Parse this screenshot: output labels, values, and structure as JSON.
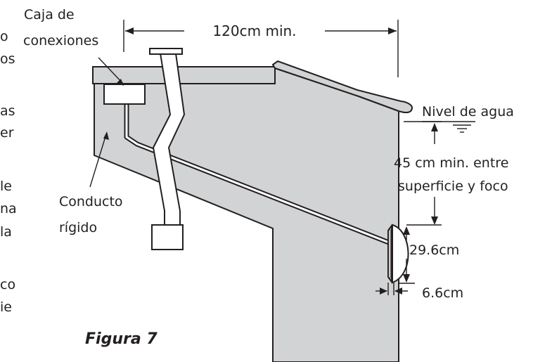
{
  "figure": {
    "caption": "Figura 7",
    "colors": {
      "pool_fill": "#d1d3d4",
      "stroke": "#231f20",
      "background": "#ffffff"
    }
  },
  "labels": {
    "junction_box_line1": "Caja de",
    "junction_box_line2": "conexiones",
    "conduit_line1": "Conducto",
    "conduit_line2": "rígido",
    "deck_width": "120cm min.",
    "water_level": "Nivel de agua",
    "depth_line1": "45 cm min. entre",
    "depth_line2": "superficie y foco",
    "light_height": "29.6cm",
    "light_depth": "6.6cm"
  },
  "cropped_text_fragments": [
    "o",
    "os",
    "as",
    "er",
    "le",
    "na",
    "la",
    "co",
    "ie"
  ]
}
